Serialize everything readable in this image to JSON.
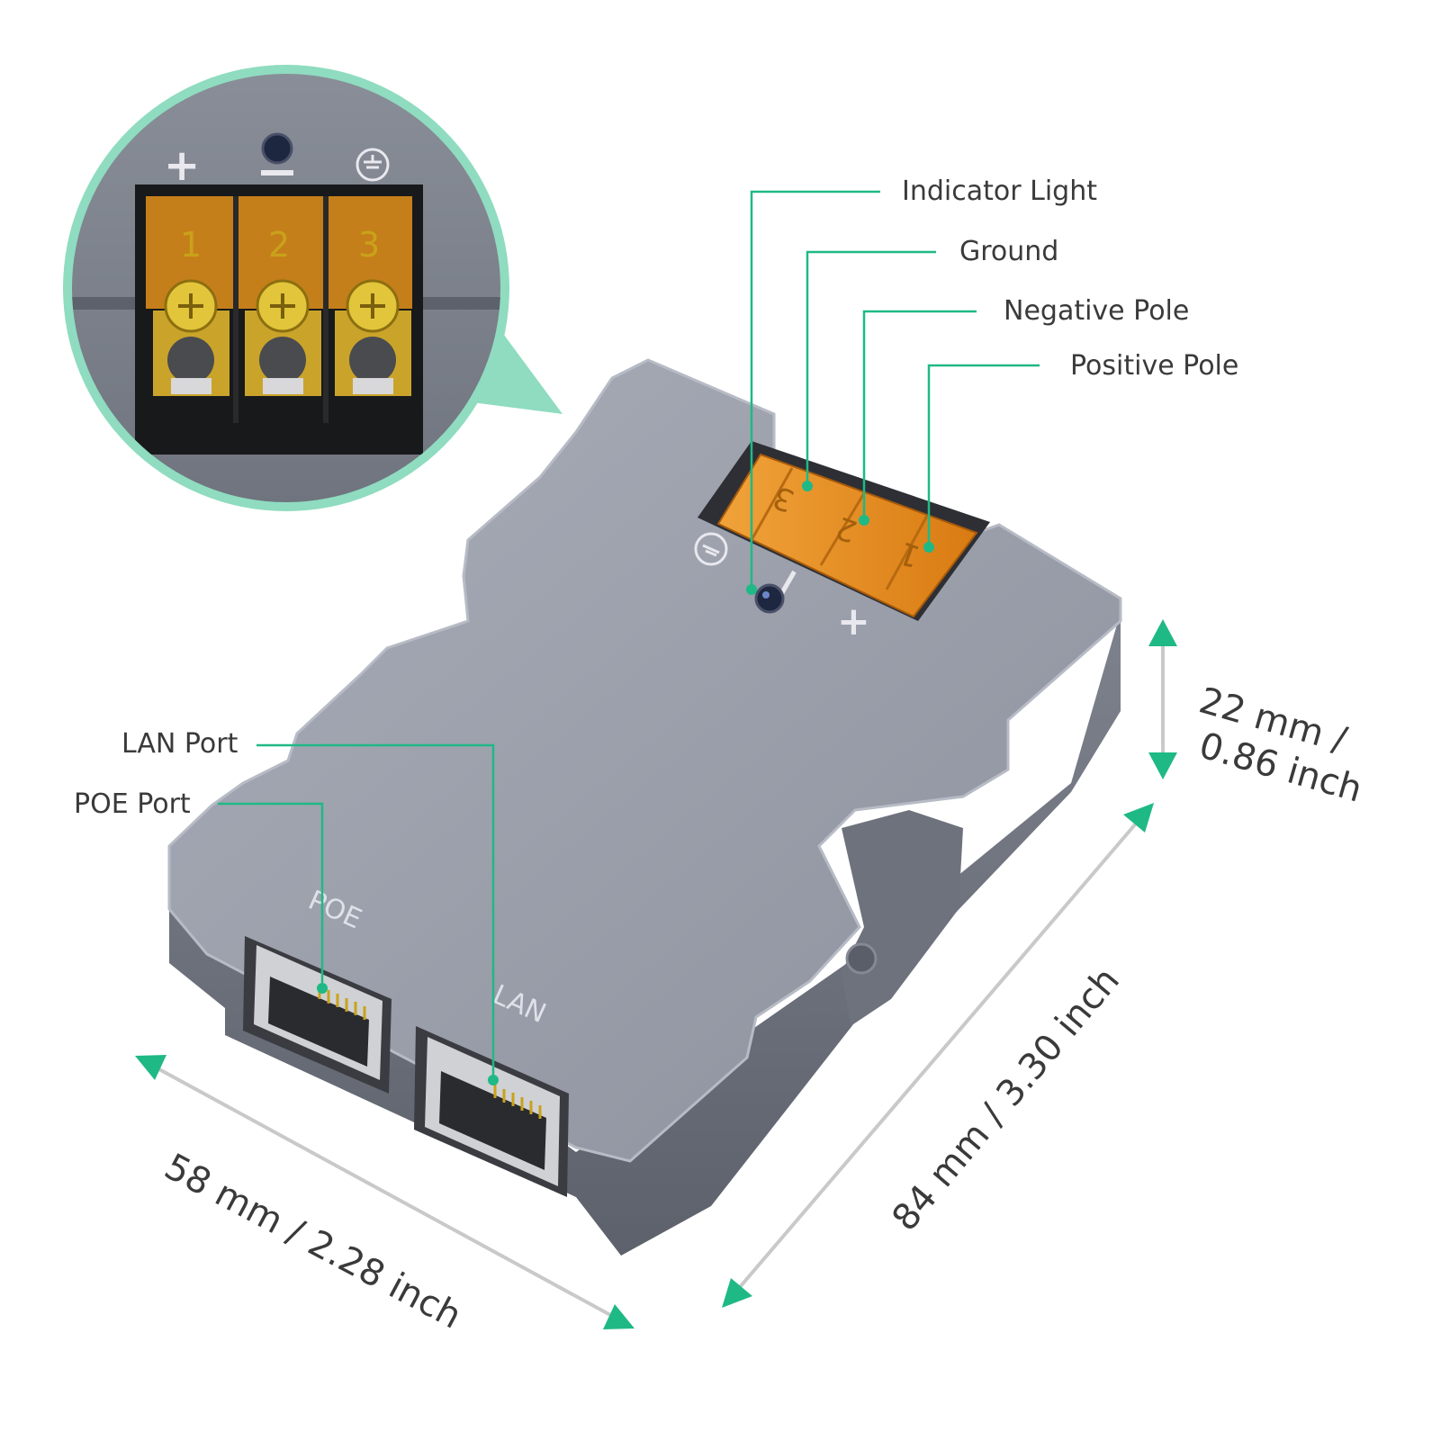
{
  "accent_color": "#1fb986",
  "zoom_circle_border_color": "#8fdcc0",
  "terminal_color": "#e08a1e",
  "housing_color": "#9a9ea9",
  "labels": {
    "indicator_light": "Indicator Light",
    "ground": "Ground",
    "negative_pole": "Negative Pole",
    "positive_pole": "Positive Pole",
    "lan_port": "LAN Port",
    "poe_port": "POE Port"
  },
  "dimensions": {
    "height_line1": "22 mm /",
    "height_line2": "0.86 inch",
    "length": "84 mm / 3.30 inch",
    "width": "58 mm / 2.28 inch"
  },
  "device_markings": {
    "plus": "+",
    "minus": "−",
    "ground_symbol": "ground-symbol-icon",
    "poe": "POE",
    "lan": "LAN",
    "terminal_numbers": [
      "1",
      "2",
      "3"
    ]
  }
}
